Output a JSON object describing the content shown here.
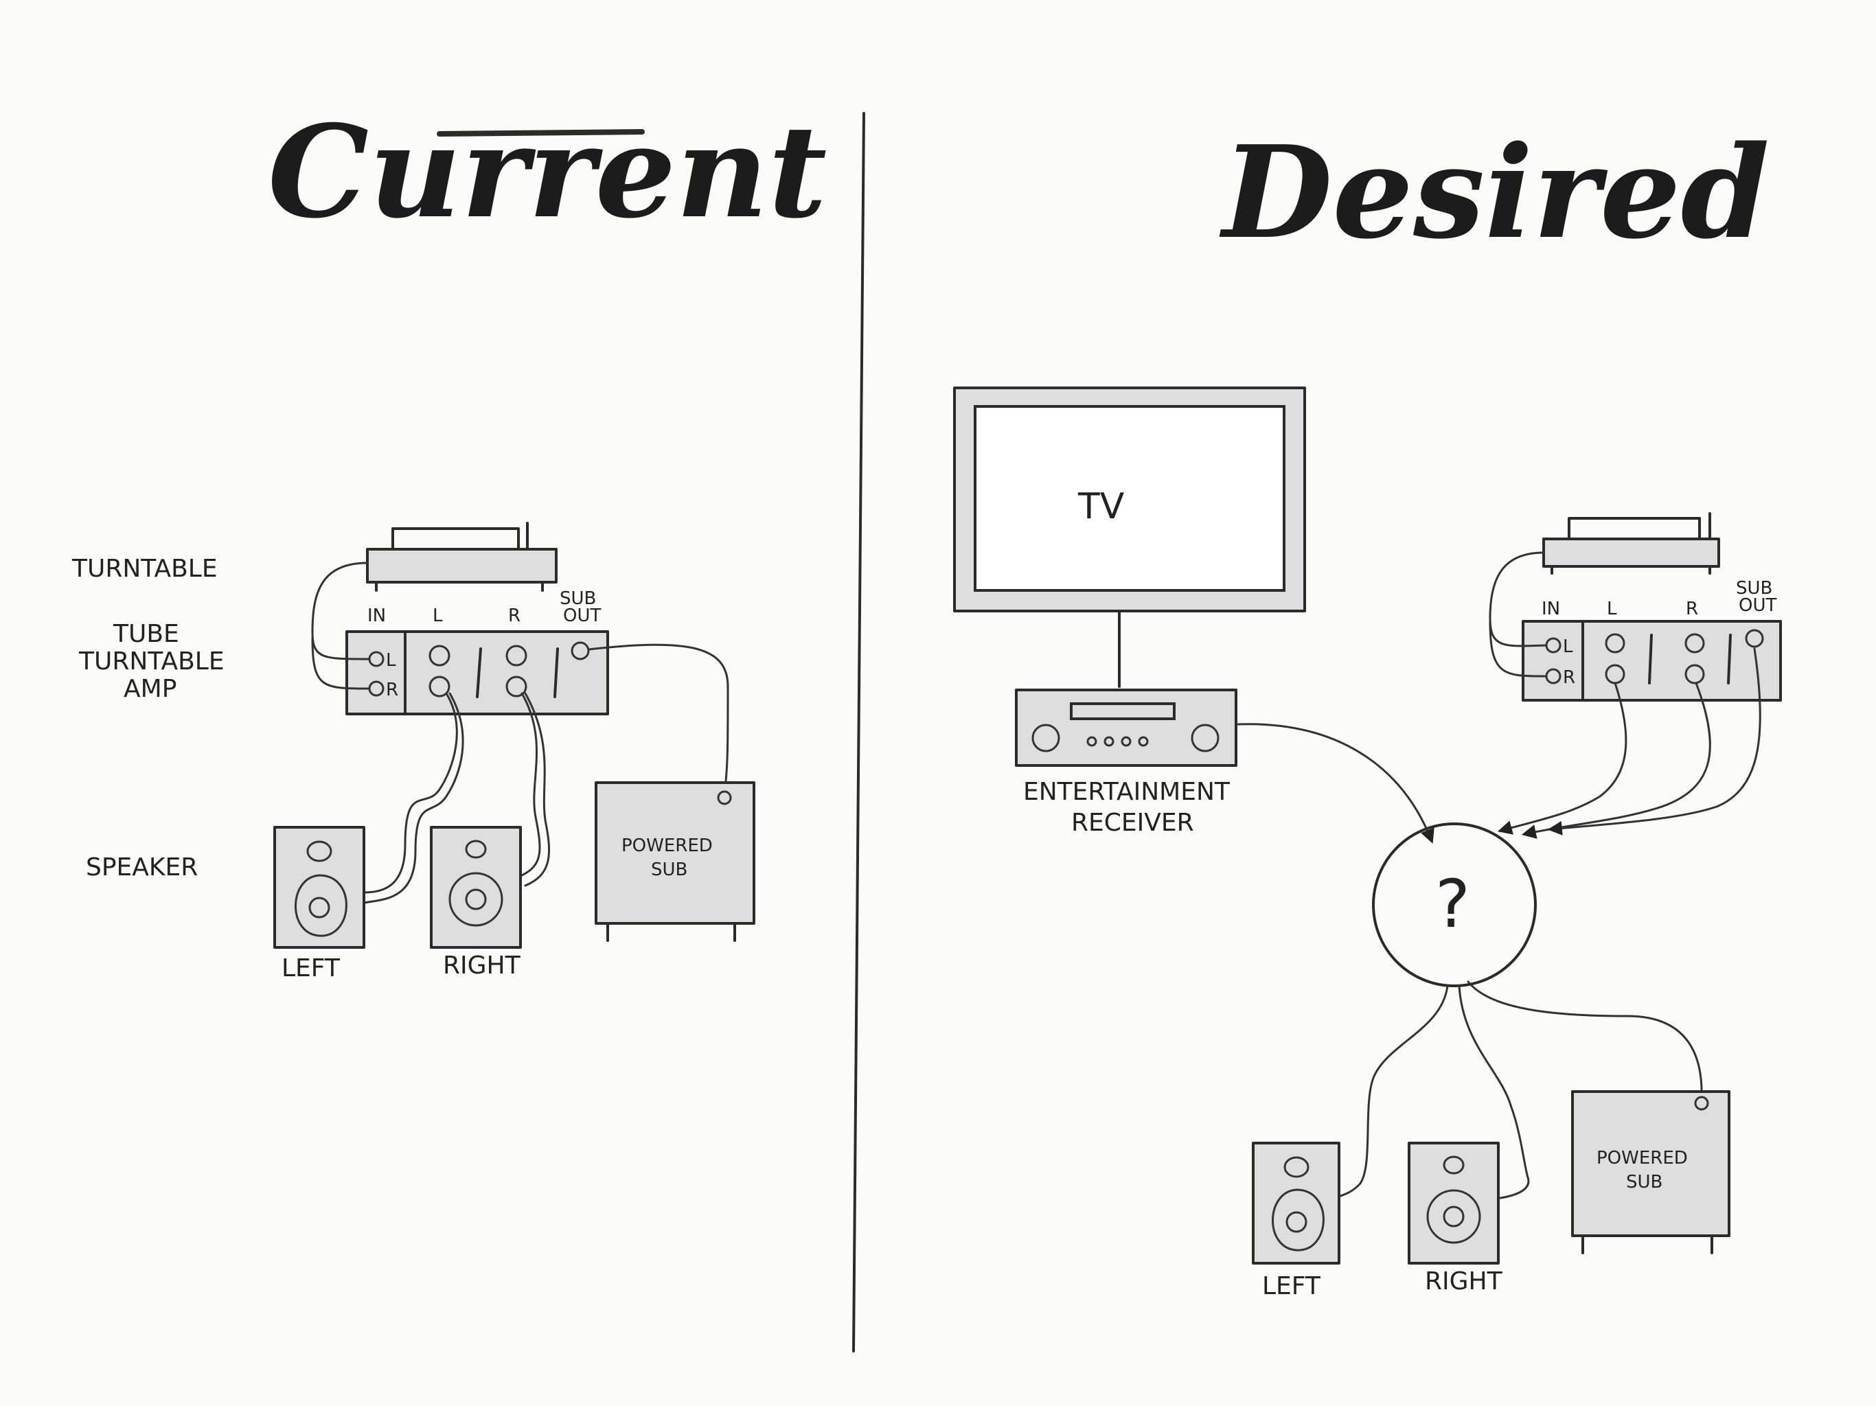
{
  "titles": {
    "current": "Current",
    "desired": "Desired"
  },
  "current": {
    "turntable": "TURNTABLE",
    "amp": [
      "TUBE",
      "TURNTABLE",
      "AMP"
    ],
    "speaker": "SPEAKER",
    "ports": {
      "in": "IN",
      "l": "L",
      "r": "R",
      "sub": "SUB",
      "out": "OUT",
      "jack_l": "L",
      "jack_r": "R"
    },
    "sub": [
      "POWERED",
      "SUB"
    ],
    "left": "LEFT",
    "right": "RIGHT"
  },
  "desired": {
    "tv": "TV",
    "receiver": [
      "ENTERTAINMENT",
      "RECEIVER"
    ],
    "unknown": "?",
    "ports": {
      "in": "IN",
      "l": "L",
      "r": "R",
      "sub": "SUB",
      "out": "OUT",
      "jack_l": "L",
      "jack_r": "R"
    },
    "sub": [
      "POWERED",
      "SUB"
    ],
    "left": "LEFT",
    "right": "RIGHT"
  }
}
